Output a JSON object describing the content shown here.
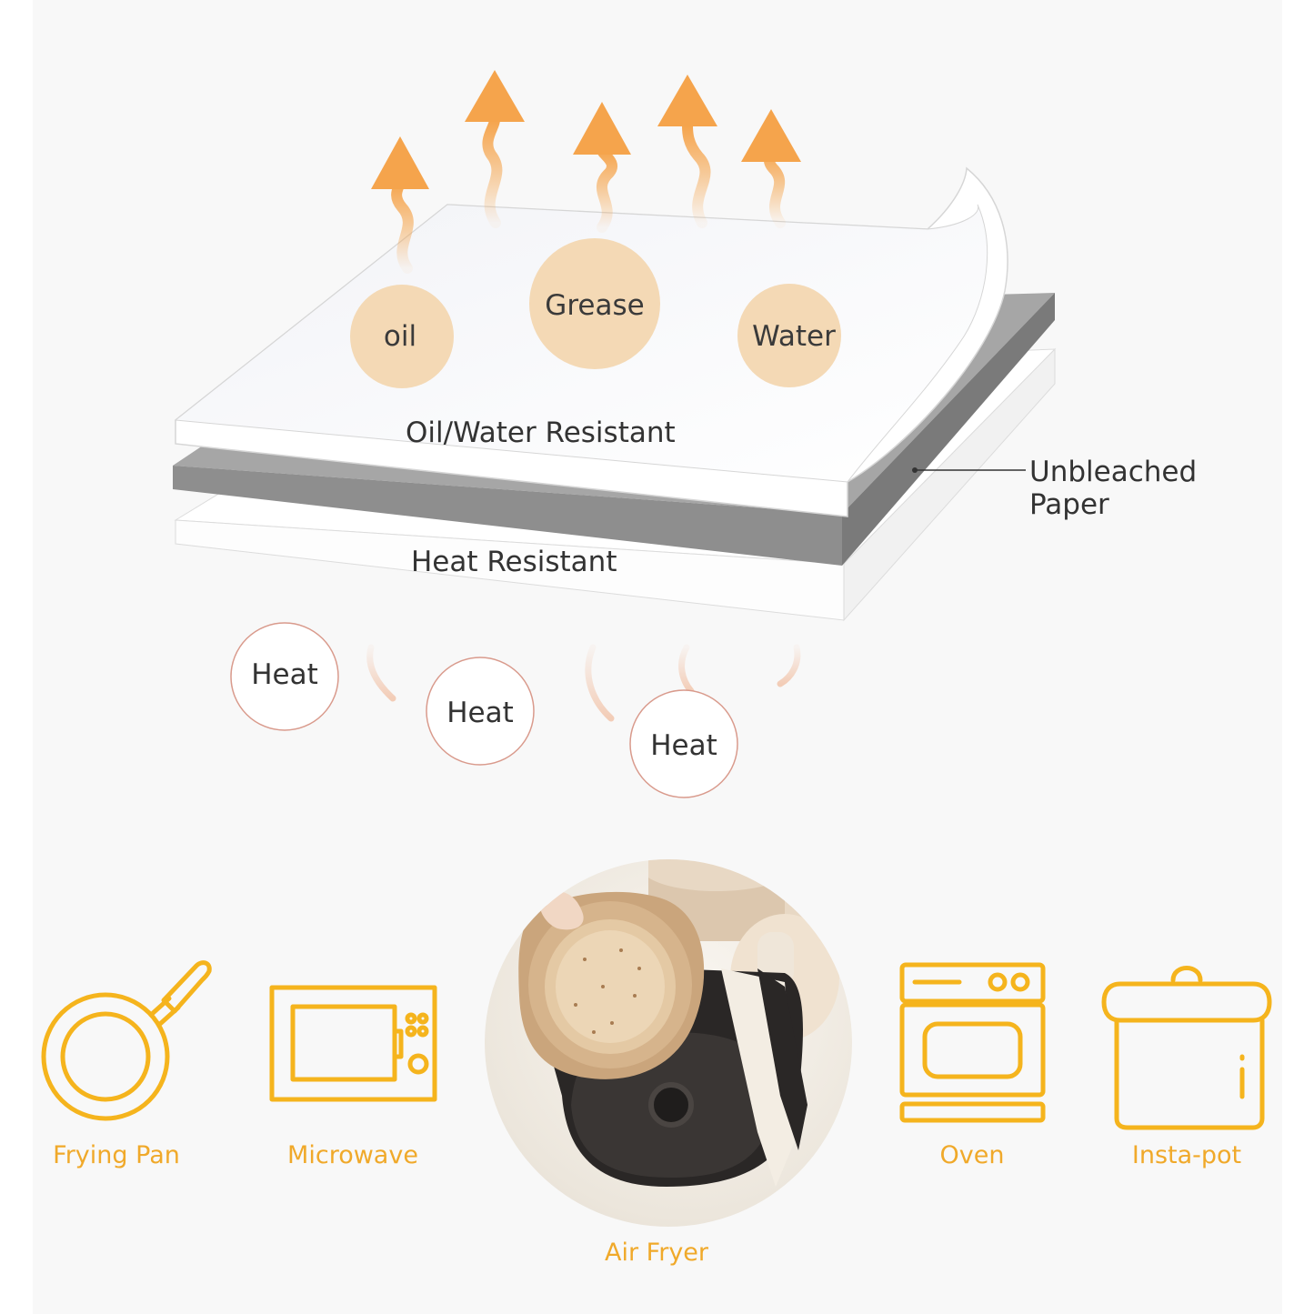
{
  "colors": {
    "arrow": "#f5a44c",
    "blob": "#f4d9b5",
    "heat_ring": "#d99a8c",
    "appliance": "#f5b41d",
    "gray_layer": "#8e8e8e"
  },
  "vapors": {
    "labels": [
      "oil",
      "Grease",
      "Water"
    ]
  },
  "layers": {
    "top_label": "Oil/Water Resistant",
    "bottom_label": "Heat Resistant",
    "middle_label_line1": "Unbleached",
    "middle_label_line2": "Paper"
  },
  "heat": {
    "labels": [
      "Heat",
      "Heat",
      "Heat"
    ]
  },
  "appliances": {
    "items": [
      {
        "label": "Frying Pan",
        "icon": "frying-pan-icon"
      },
      {
        "label": "Microwave",
        "icon": "microwave-icon"
      },
      {
        "label": "Air Fryer",
        "icon": "air-fryer-photo"
      },
      {
        "label": "Oven",
        "icon": "oven-icon"
      },
      {
        "label": "Insta-pot",
        "icon": "insta-pot-icon"
      }
    ]
  }
}
